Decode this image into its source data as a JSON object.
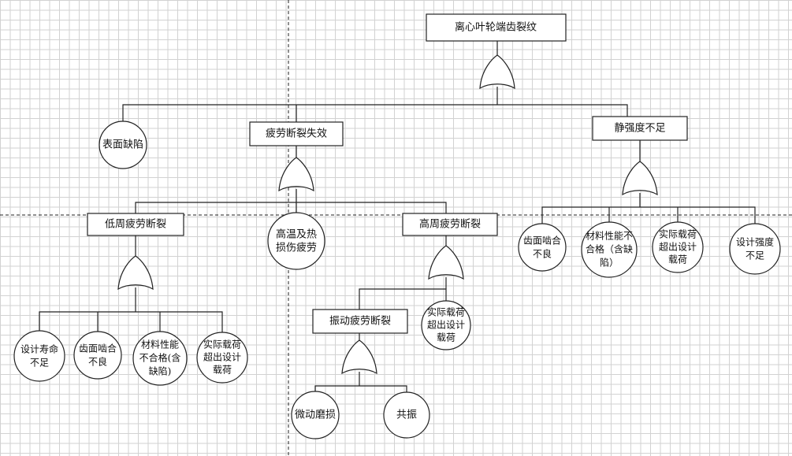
{
  "fault_tree": {
    "top_event": "离心叶轮端齿裂纹",
    "surface_defect": "表面缺陷",
    "fatigue_failure": "疲劳断裂失效",
    "static_strength": "静强度不足",
    "low_cycle": "低周疲劳断裂",
    "high_temp": [
      "高温及热",
      "损伤疲劳"
    ],
    "high_cycle": "高周疲劳断裂",
    "static_leaves": {
      "gear_mesh": [
        "齿面啮合",
        "不良"
      ],
      "material": [
        "材料性能不",
        "合格（含缺",
        "陷）"
      ],
      "actual_load": [
        "实际载荷",
        "超出设计",
        "载荷"
      ],
      "design_strength": [
        "设计强度",
        "不足"
      ]
    },
    "low_leaves": {
      "design_life": [
        "设计寿命",
        "不足"
      ],
      "gear_mesh": [
        "齿面啮合",
        "不良"
      ],
      "material": [
        "材料性能",
        "不合格(含",
        "缺陷)"
      ],
      "actual_load": [
        "实际载荷",
        "超出设计",
        "载荷"
      ]
    },
    "vibration": "振动疲劳断裂",
    "high_actual_load": [
      "实际载荷",
      "超出设计",
      "载荷"
    ],
    "fretting": "微动磨损",
    "resonance": "共振"
  }
}
